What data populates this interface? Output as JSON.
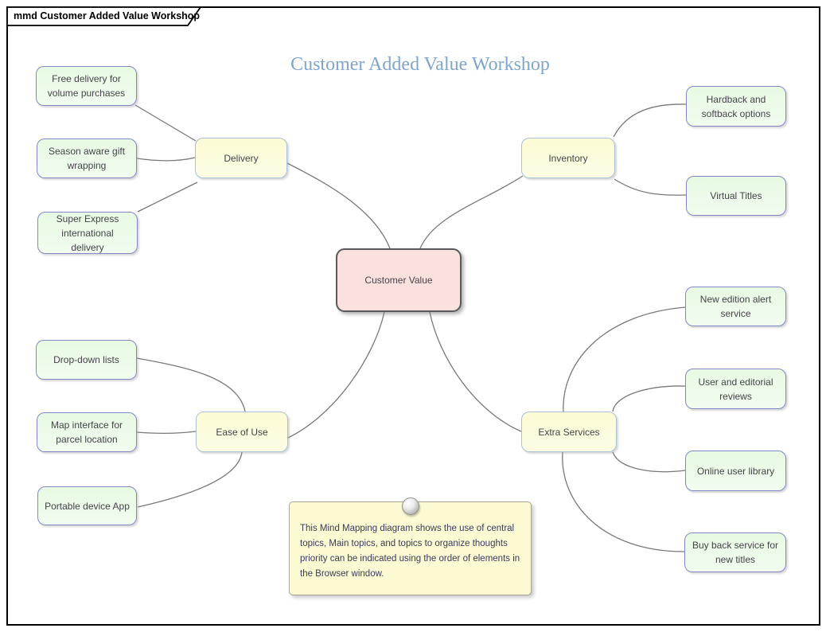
{
  "diagram": {
    "tab_label": "mmd Customer Added Value Workshop",
    "title": "Customer Added Value Workshop",
    "type": "mind-map"
  },
  "central_topic": {
    "label": "Customer Value"
  },
  "main_topics": [
    {
      "label": "Delivery"
    },
    {
      "label": "Inventory"
    },
    {
      "label": "Ease of Use"
    },
    {
      "label": "Extra Services"
    }
  ],
  "topics": [
    {
      "label": "Free delivery for volume purchases",
      "parent": "Delivery"
    },
    {
      "label": "Season aware gift wrapping",
      "parent": "Delivery"
    },
    {
      "label": "Super Express international delivery",
      "parent": "Delivery"
    },
    {
      "label": "Hardback and softback options",
      "parent": "Inventory"
    },
    {
      "label": "Virtual Titles",
      "parent": "Inventory"
    },
    {
      "label": "Drop-down lists",
      "parent": "Ease of Use"
    },
    {
      "label": "Map interface for parcel location",
      "parent": "Ease of Use"
    },
    {
      "label": "Portable device App",
      "parent": "Ease of Use"
    },
    {
      "label": "New edition alert service",
      "parent": "Extra Services"
    },
    {
      "label": "User and editorial reviews",
      "parent": "Extra Services"
    },
    {
      "label": "Online user library",
      "parent": "Extra Services"
    },
    {
      "label": "Buy back service for new titles",
      "parent": "Extra Services"
    }
  ],
  "note": {
    "text": "This Mind Mapping diagram shows the use of central topics, Main topics, and topics to organize thoughts priority can be indicated using the order of elements in the Browser window."
  },
  "colors": {
    "title_text": "#7fa5ce",
    "central_fill": "#fbe1dd",
    "central_border": "#595959",
    "main_topic_fill": "#fbfbd8",
    "main_topic_border": "#abc0da",
    "topic_fill": "#e9fae6",
    "topic_border": "#8487c7",
    "note_fill": "#fbfad3",
    "connector": "#787878",
    "frame_border": "#000000"
  }
}
